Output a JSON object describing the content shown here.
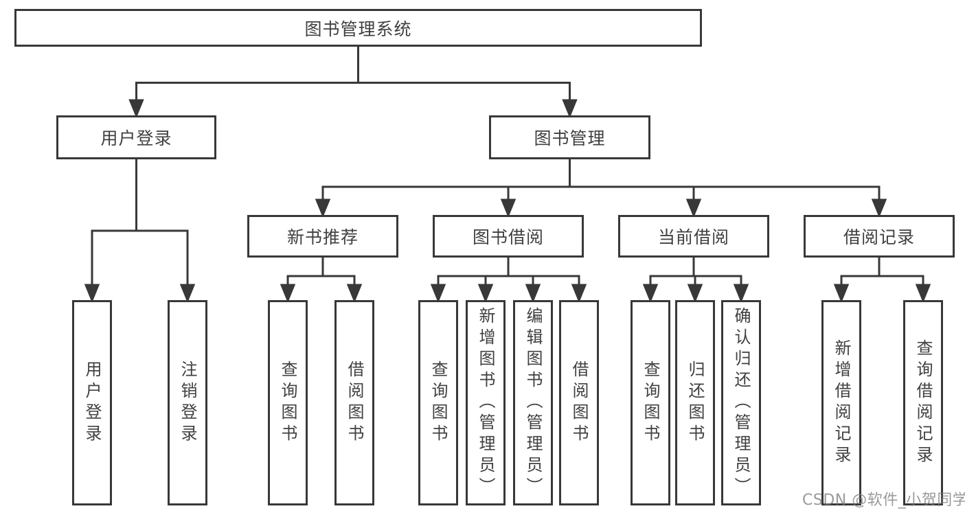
{
  "diagram": {
    "root": {
      "label": "图书管理系统"
    },
    "branches": [
      {
        "label": "用户登录",
        "children": [
          {
            "label": "用户登录"
          },
          {
            "label": "注销登录"
          }
        ]
      },
      {
        "label": "图书管理",
        "children": [
          {
            "label": "新书推荐",
            "children": [
              {
                "label": "查询图书"
              },
              {
                "label": "借阅图书"
              }
            ]
          },
          {
            "label": "图书借阅",
            "children": [
              {
                "label": "查询图书"
              },
              {
                "label": "新增图书（管理员）"
              },
              {
                "label": "编辑图书（管理员）"
              },
              {
                "label": "借阅图书"
              }
            ]
          },
          {
            "label": "当前借阅",
            "children": [
              {
                "label": "查询图书"
              },
              {
                "label": "归还图书"
              },
              {
                "label": "确认归还（管理员）"
              }
            ]
          },
          {
            "label": "借阅记录",
            "children": [
              {
                "label": "新增借阅记录"
              },
              {
                "label": "查询借阅记录"
              }
            ]
          }
        ]
      }
    ]
  },
  "watermark": {
    "text": "CSDN @软件_小贺同学"
  },
  "colors": {
    "line": "#383838",
    "text": "#404040",
    "background": "#ffffff",
    "watermark": "#7d7d7d"
  }
}
